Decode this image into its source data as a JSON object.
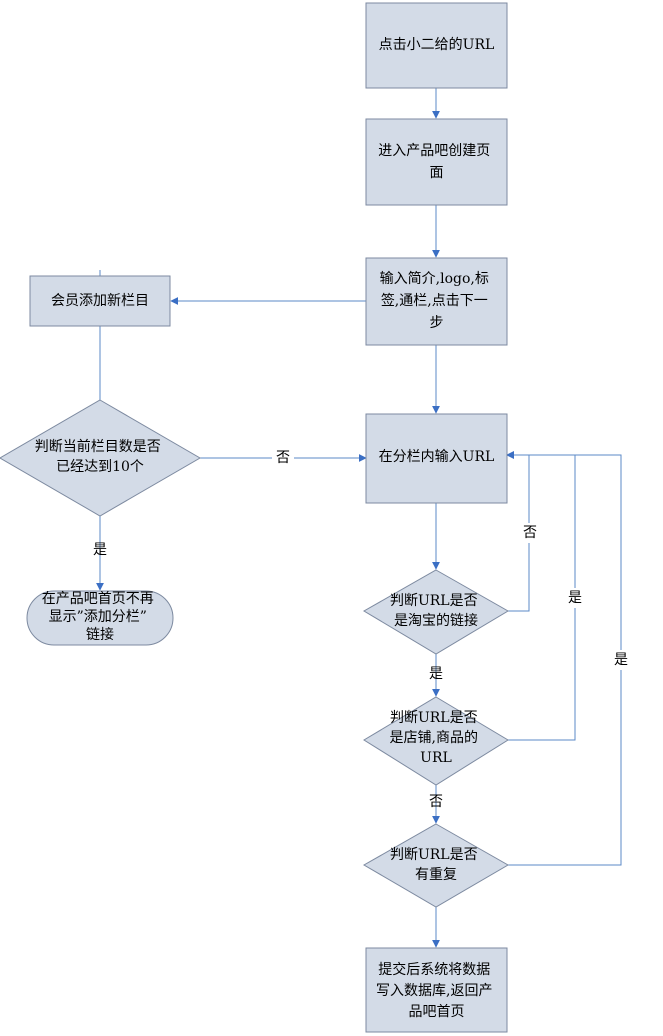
{
  "colors": {
    "node_fill": "#d3dbe7",
    "node_stroke": "#7d8aa0",
    "edge_stroke": "#5b8ac7",
    "arrowhead": "#3b6fc4",
    "text": "#000000"
  },
  "nodes": {
    "click_url": {
      "lines": [
        "点击小二给的URL"
      ]
    },
    "enter_page": {
      "lines": [
        "进入产品吧创建页",
        "面"
      ]
    },
    "input_info": {
      "lines": [
        "输入简介,logo,标",
        "签,通栏,点击下一",
        "步"
      ]
    },
    "add_column": {
      "lines": [
        "会员添加新栏目"
      ]
    },
    "judge_count": {
      "lines": [
        "判断当前栏目数是否",
        "已经达到10个"
      ]
    },
    "no_link": {
      "lines": [
        "在产品吧首页不再",
        "显示”添加分栏”",
        "链接"
      ]
    },
    "input_url": {
      "lines": [
        "在分栏内输入URL"
      ]
    },
    "judge_taobao": {
      "lines": [
        "判断URL是否",
        "是淘宝的链接"
      ]
    },
    "judge_shop": {
      "lines": [
        "判断URL是否",
        "是店铺,商品的",
        "URL"
      ]
    },
    "judge_dup": {
      "lines": [
        "判断URL是否",
        "有重复"
      ]
    },
    "submit": {
      "lines": [
        "提交后系统将数据",
        "写入数据库,返回产",
        "品吧首页"
      ]
    }
  },
  "edge_labels": {
    "count_no": "否",
    "count_yes": "是",
    "taobao_no": "否",
    "taobao_yes": "是",
    "shop_yes": "是",
    "shop_no": "否",
    "dup_yes": "是"
  }
}
